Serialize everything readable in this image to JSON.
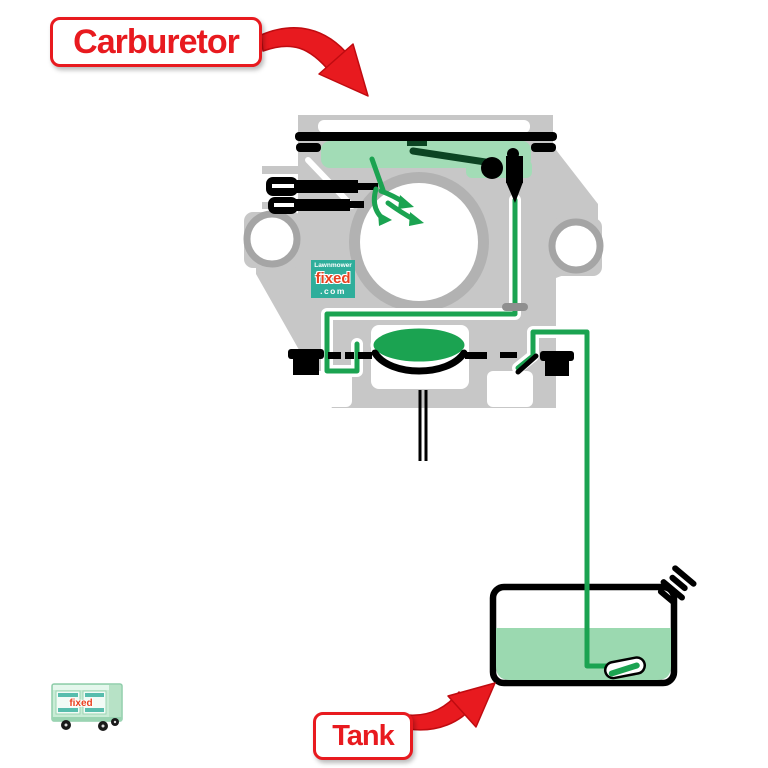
{
  "labels": {
    "carburetor": "Carburetor",
    "tank": "Tank"
  },
  "logo": {
    "line1": "Lawnmower",
    "line2": "fixed",
    "line3": ".com"
  },
  "cart": {
    "label": "fixed"
  },
  "icons": {
    "red_arrow": "curved-pointer-arrow",
    "fuel_cap": "threaded-fuel-cap",
    "fuel_filter": "inline-fuel-filter-capsule",
    "spray_arrows": "fuel-spray-arrows",
    "needle_valve": "float-needle-valve",
    "float": "carburetor-float",
    "adjustment_screws": "mixture-adjustment-screws"
  },
  "colors": {
    "red": "#e81a1f",
    "red_dark": "#c00b10",
    "logo_red": "#e8401f",
    "body_gray": "#c7c7c7",
    "ring_gray": "#b2b2b2",
    "dark_gray": "#8f8f8f",
    "light_green": "#a2dcb6",
    "fuel_green": "#9bd9b0",
    "green": "#1ba351",
    "dark_green": "#0c4423",
    "teal": "#2fae9b",
    "cart_green": "#c9ecd6",
    "black": "#000000"
  }
}
